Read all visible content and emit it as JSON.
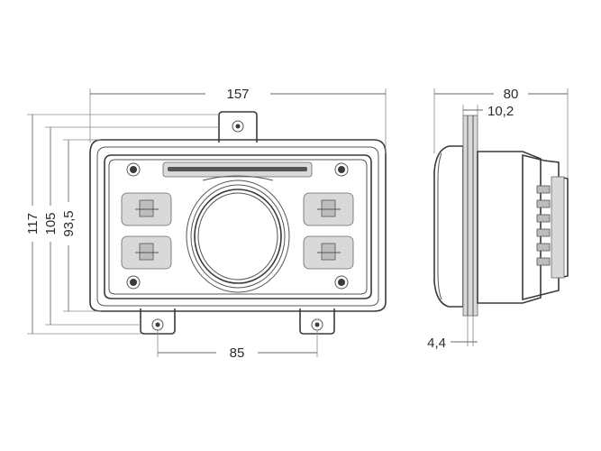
{
  "dimensions": {
    "width_total": "157",
    "side_depth": "80",
    "flange": "10,2",
    "height_117": "117",
    "height_105": "105",
    "height_93": "93,5",
    "bolt_spacing": "85",
    "bracket_thickness": "4,4"
  },
  "colors": {
    "line": "#3a3a3a",
    "dimension": "#6a6a6a",
    "fill_grey": "#bdbdbd"
  }
}
